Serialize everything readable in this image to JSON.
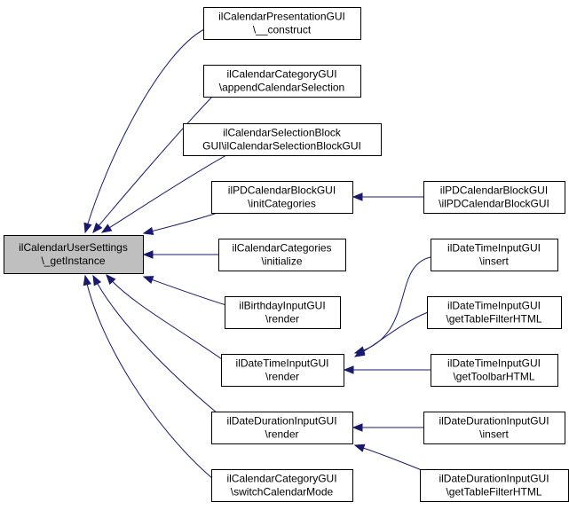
{
  "diagram": {
    "type": "call-graph",
    "colors": {
      "edge": "#191970",
      "root_fill": "#bfbfbf",
      "node_fill": "#ffffff",
      "node_border": "#000000"
    },
    "nodes": [
      {
        "id": "root",
        "lines": [
          "ilCalendarUserSettings",
          "\\_getInstance"
        ]
      },
      {
        "id": "n1",
        "lines": [
          "ilCalendarPresentationGUI",
          "\\__construct"
        ]
      },
      {
        "id": "n2",
        "lines": [
          "ilCalendarCategoryGUI",
          "\\appendCalendarSelection"
        ]
      },
      {
        "id": "n3",
        "lines": [
          "ilCalendarSelectionBlock",
          "GUI\\ilCalendarSelectionBlockGUI"
        ]
      },
      {
        "id": "n4",
        "lines": [
          "ilPDCalendarBlockGUI",
          "\\initCategories"
        ]
      },
      {
        "id": "n5",
        "lines": [
          "ilCalendarCategories",
          "\\initialize"
        ]
      },
      {
        "id": "n6",
        "lines": [
          "ilBirthdayInputGUI",
          "\\render"
        ]
      },
      {
        "id": "n7",
        "lines": [
          "ilDateTimeInputGUI",
          "\\render"
        ]
      },
      {
        "id": "n8",
        "lines": [
          "ilDateDurationInputGUI",
          "\\render"
        ]
      },
      {
        "id": "n9",
        "lines": [
          "ilCalendarCategoryGUI",
          "\\switchCalendarMode"
        ]
      },
      {
        "id": "n10",
        "lines": [
          "ilPDCalendarBlockGUI",
          "\\ilPDCalendarBlockGUI"
        ]
      },
      {
        "id": "n11",
        "lines": [
          "ilDateTimeInputGUI",
          "\\insert"
        ]
      },
      {
        "id": "n12",
        "lines": [
          "ilDateTimeInputGUI",
          "\\getTableFilterHTML"
        ]
      },
      {
        "id": "n13",
        "lines": [
          "ilDateTimeInputGUI",
          "\\getToolbarHTML"
        ]
      },
      {
        "id": "n14",
        "lines": [
          "ilDateDurationInputGUI",
          "\\insert"
        ]
      },
      {
        "id": "n15",
        "lines": [
          "ilDateDurationInputGUI",
          "\\getTableFilterHTML"
        ]
      }
    ],
    "edges": [
      {
        "from": "n1",
        "to": "root"
      },
      {
        "from": "n2",
        "to": "root"
      },
      {
        "from": "n3",
        "to": "root"
      },
      {
        "from": "n4",
        "to": "root"
      },
      {
        "from": "n5",
        "to": "root"
      },
      {
        "from": "n6",
        "to": "root"
      },
      {
        "from": "n7",
        "to": "root"
      },
      {
        "from": "n8",
        "to": "root"
      },
      {
        "from": "n9",
        "to": "root"
      },
      {
        "from": "n10",
        "to": "n4"
      },
      {
        "from": "n11",
        "to": "n7"
      },
      {
        "from": "n12",
        "to": "n7"
      },
      {
        "from": "n13",
        "to": "n7"
      },
      {
        "from": "n14",
        "to": "n8"
      },
      {
        "from": "n15",
        "to": "n8"
      }
    ]
  }
}
